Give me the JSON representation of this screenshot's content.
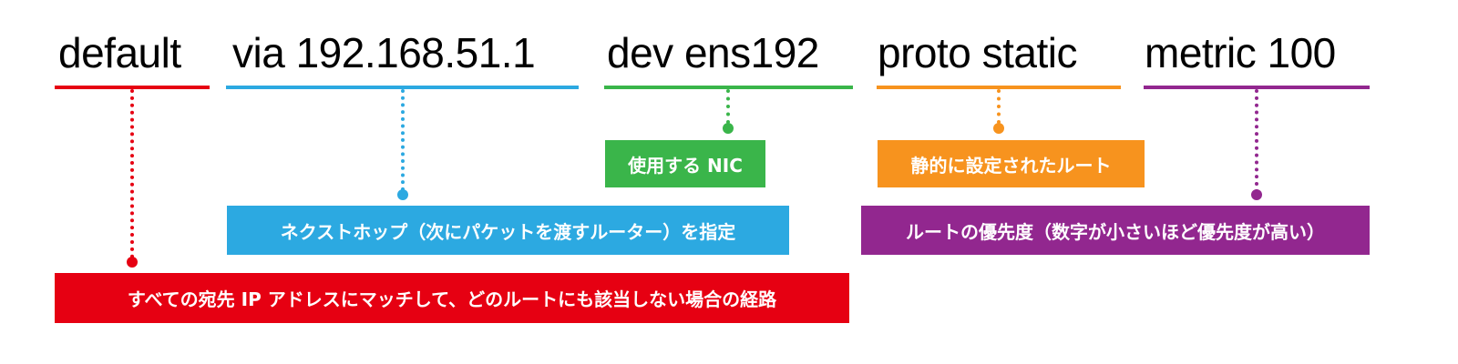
{
  "tokens": [
    {
      "text": "default",
      "color": "#e60012"
    },
    {
      "text": "via 192.168.51.1",
      "color": "#2ca9e1"
    },
    {
      "text": "dev ens192",
      "color": "#3ab54a"
    },
    {
      "text": "proto static",
      "color": "#f7931e"
    },
    {
      "text": "metric 100",
      "color": "#92278f"
    }
  ],
  "annotations": {
    "default": "すべての宛先 IP アドレスにマッチして、どのルートにも該当しない場合の経路",
    "via": "ネクストホップ（次にパケットを渡すルーター）を指定",
    "dev": "使用する NIC",
    "proto": "静的に設定されたルート",
    "metric": "ルートの優先度（数字が小さいほど優先度が高い）"
  }
}
